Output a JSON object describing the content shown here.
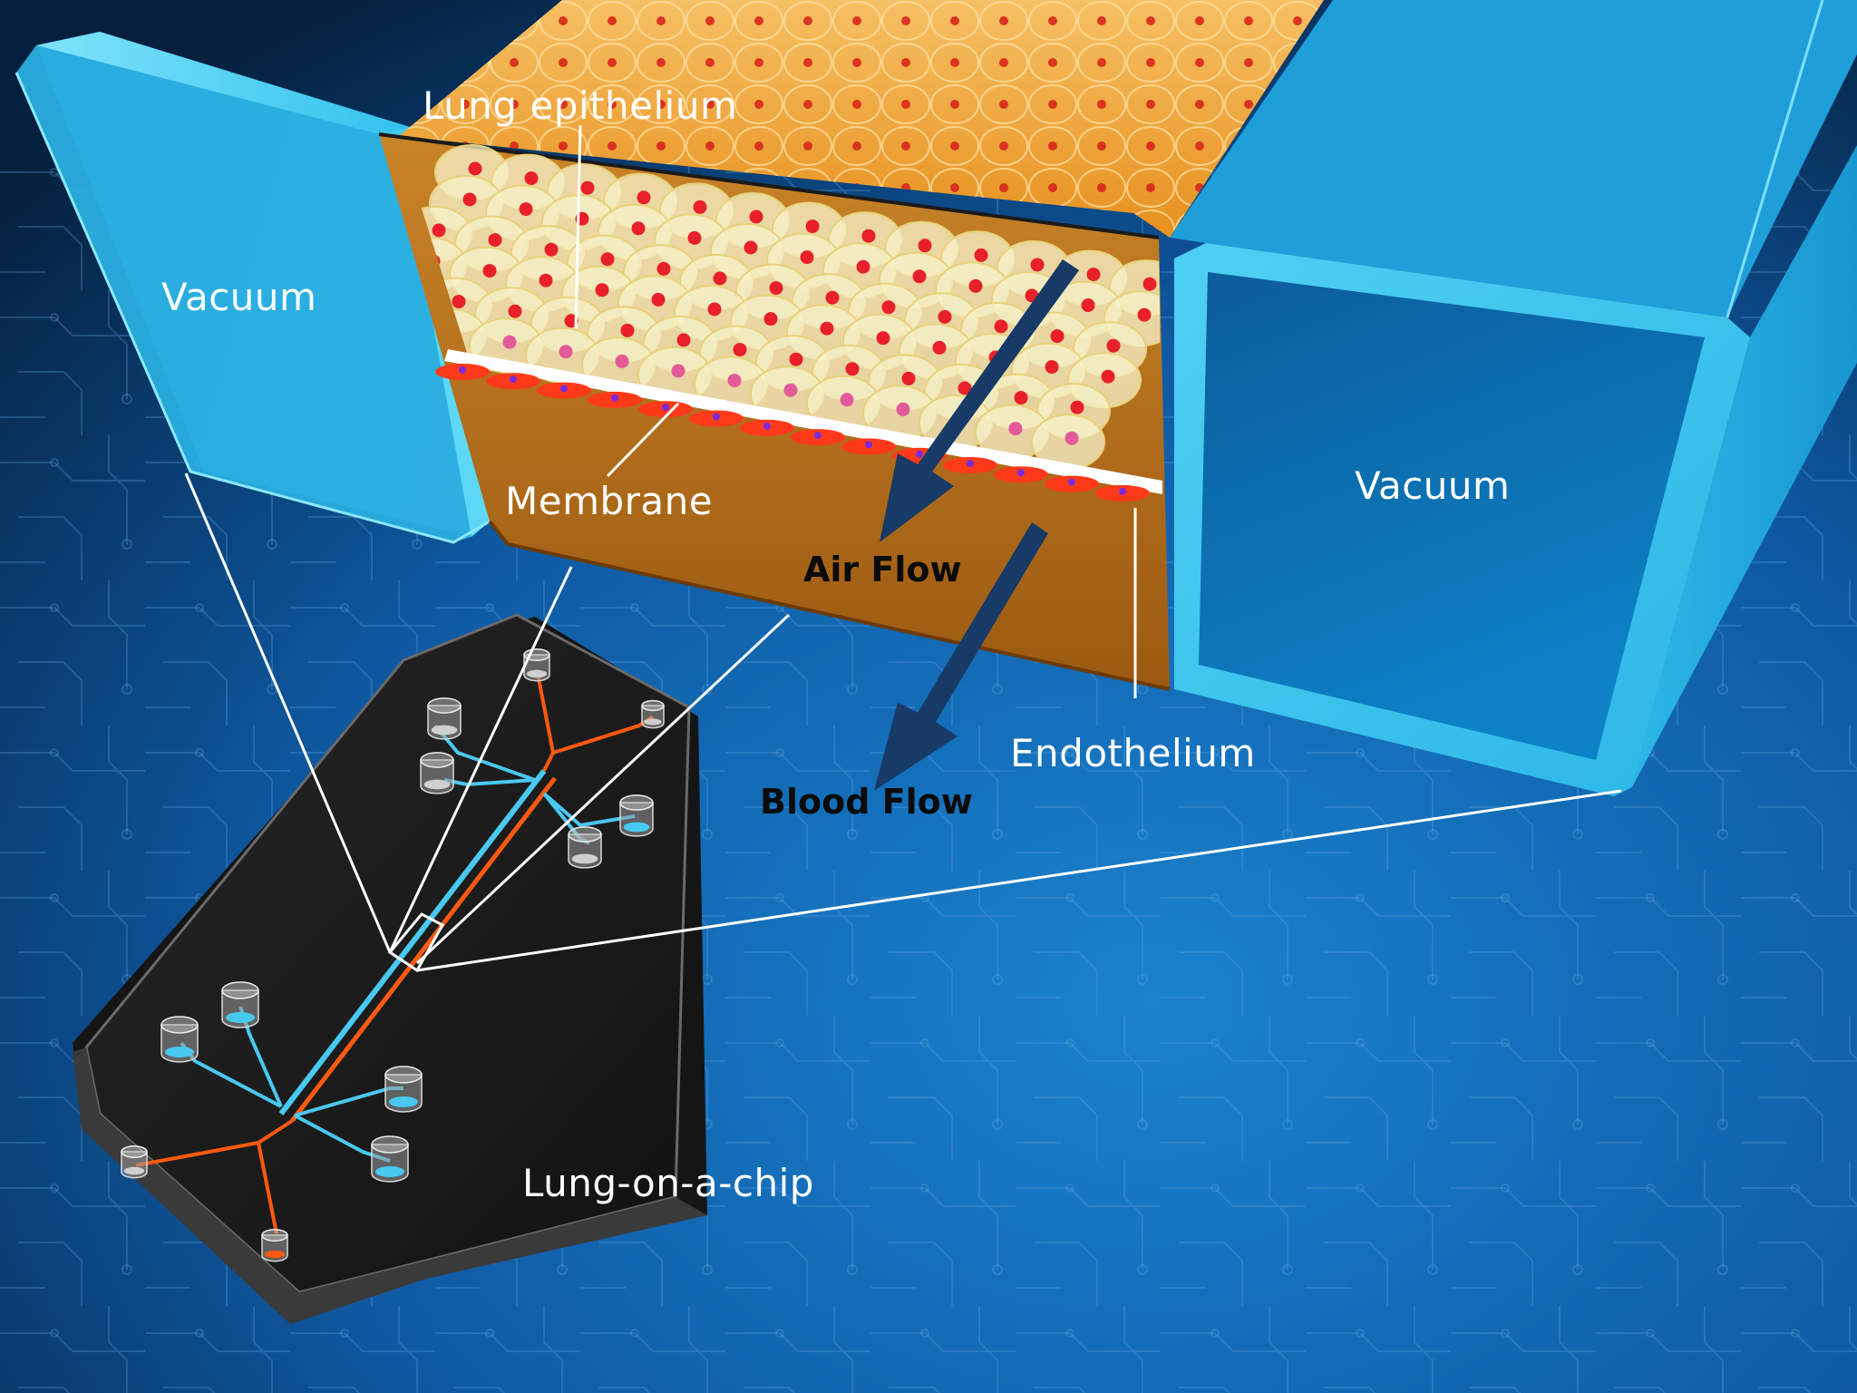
{
  "labels": {
    "lung_epithelium": "Lung epithelium",
    "vacuum_left": "Vacuum",
    "vacuum_right": "Vacuum",
    "membrane": "Membrane",
    "air_flow": "Air Flow",
    "blood_flow": "Blood Flow",
    "endothelium": "Endothelium",
    "lung_on_a_chip": "Lung-on-a-chip"
  },
  "colors": {
    "background_dark": "#05203f",
    "background_blue": "#1a82cf",
    "vacuum_cyan": "#35c4ec",
    "channel_amber": "#b8701c",
    "cell_cream": "#f3efc4",
    "cell_orange": "#f0a030",
    "nucleus_red": "#e8202a",
    "membrane_white": "#ffffff",
    "endothelium_red": "#ff3a1a",
    "arrow_navy": "#173a66",
    "chip_body": "#1b1b1b",
    "channel_orange": "#ff5a10",
    "channel_blue": "#49c8f0"
  }
}
